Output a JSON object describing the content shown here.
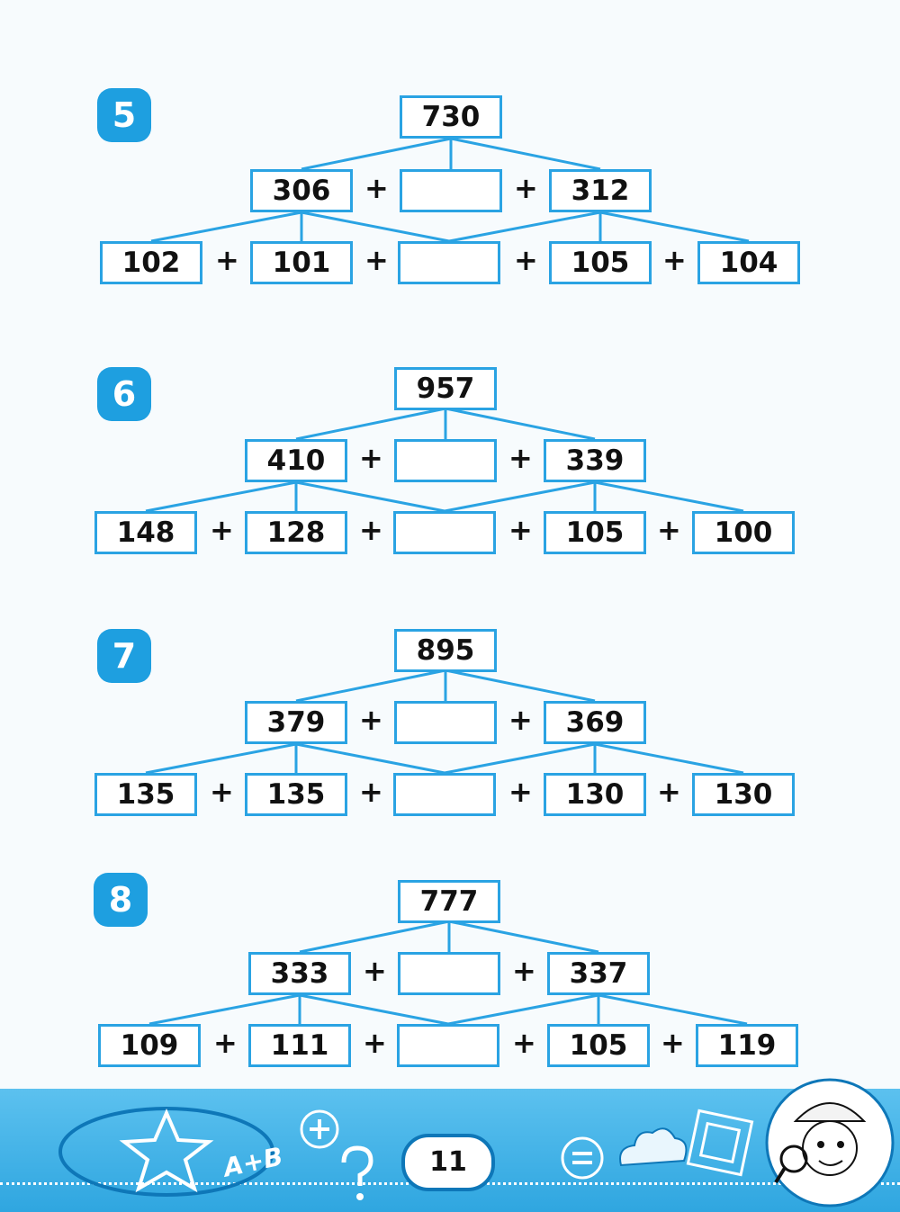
{
  "problems": [
    {
      "number": "5",
      "top": "730",
      "middle": [
        "306",
        "",
        "312"
      ],
      "bottom": [
        "102",
        "101",
        "",
        "105",
        "104"
      ],
      "operator": "+"
    },
    {
      "number": "6",
      "top": "957",
      "middle": [
        "410",
        "",
        "339"
      ],
      "bottom": [
        "148",
        "128",
        "",
        "105",
        "100"
      ],
      "operator": "+"
    },
    {
      "number": "7",
      "top": "895",
      "middle": [
        "379",
        "",
        "369"
      ],
      "bottom": [
        "135",
        "135",
        "",
        "130",
        "130"
      ],
      "operator": "+"
    },
    {
      "number": "8",
      "top": "777",
      "middle": [
        "333",
        "",
        "337"
      ],
      "bottom": [
        "109",
        "111",
        "",
        "105",
        "119"
      ],
      "operator": "+"
    }
  ],
  "footer": {
    "page_number": "11",
    "logo_text": "A+B",
    "icons": [
      "star-icon",
      "plus-circle-icon",
      "question-mark-icon",
      "equals-circle-icon",
      "puzzle-icon",
      "detective-boy-icon"
    ]
  },
  "colors": {
    "accent": "#2aa3e3",
    "badge": "#1e9fe0",
    "footer": "#3aaee3"
  }
}
